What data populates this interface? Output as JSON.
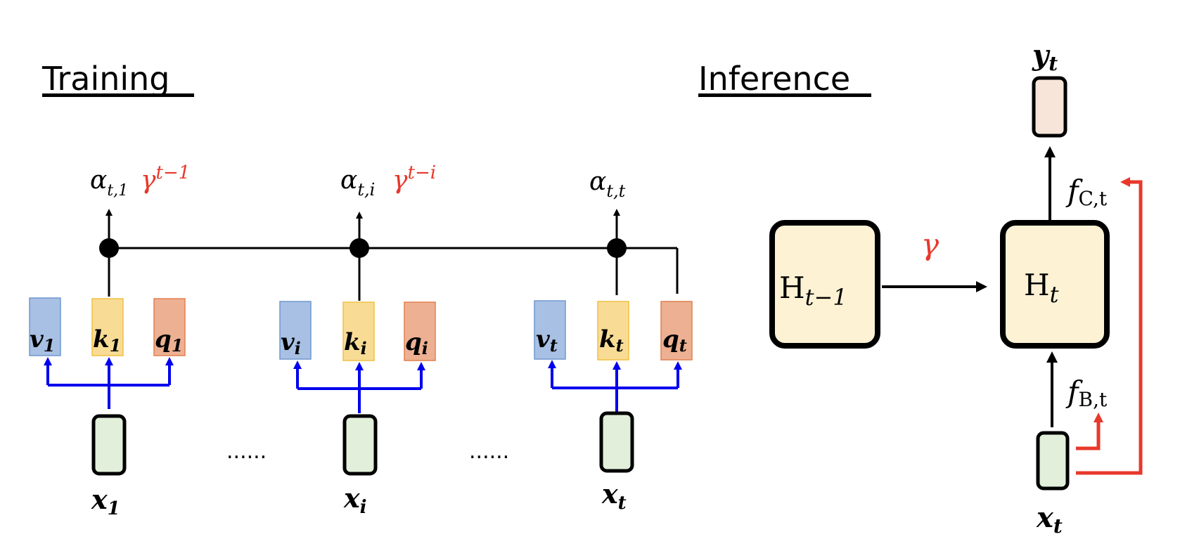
{
  "colors": {
    "black": "#000000",
    "red": "#e8382b",
    "blue": "#0000ee",
    "v_fill": "#a8c0e4",
    "v_stroke": "#6f98cf",
    "k_fill": "#f8dc96",
    "k_stroke": "#f0c040",
    "q_fill": "#edb092",
    "q_stroke": "#e08050",
    "x_fill": "#e2efda",
    "h_fill": "#fdf2d3",
    "y_fill": "#f7e5da"
  },
  "training": {
    "title": "Training",
    "groups": [
      {
        "index_label": "1",
        "v": {
          "base": "v",
          "sub": "1"
        },
        "k": {
          "base": "k",
          "sub": "1"
        },
        "q": {
          "base": "q",
          "sub": "1"
        },
        "x": {
          "base": "x",
          "sub": "1"
        },
        "alpha": {
          "base": "α",
          "sub": "t,1"
        },
        "decay": {
          "base": "γ",
          "sup": "t−1"
        }
      },
      {
        "index_label": "i",
        "v": {
          "base": "v",
          "sub": "i"
        },
        "k": {
          "base": "k",
          "sub": "i"
        },
        "q": {
          "base": "q",
          "sub": "i"
        },
        "x": {
          "base": "x",
          "sub": "i"
        },
        "alpha": {
          "base": "α",
          "sub": "t,i"
        },
        "decay": {
          "base": "γ",
          "sup": "t−i"
        }
      },
      {
        "index_label": "t",
        "v": {
          "base": "v",
          "sub": "t"
        },
        "k": {
          "base": "k",
          "sub": "t"
        },
        "q": {
          "base": "q",
          "sub": "t"
        },
        "x": {
          "base": "x",
          "sub": "t"
        },
        "alpha": {
          "base": "α",
          "sub": "t,t"
        },
        "decay": null
      }
    ],
    "ellipses": [
      "......",
      "......"
    ]
  },
  "inference": {
    "title": "Inference",
    "prev_state": {
      "base": "H",
      "sub": "t−1"
    },
    "curr_state": {
      "base": "H",
      "sub": "t"
    },
    "decay_label": "γ",
    "input": {
      "base": "x",
      "sub": "t"
    },
    "output": {
      "base": "y",
      "sub": "t"
    },
    "f_b": {
      "base": "f",
      "sub": "B,t"
    },
    "f_c": {
      "base": "f",
      "sub": "C,t"
    }
  }
}
